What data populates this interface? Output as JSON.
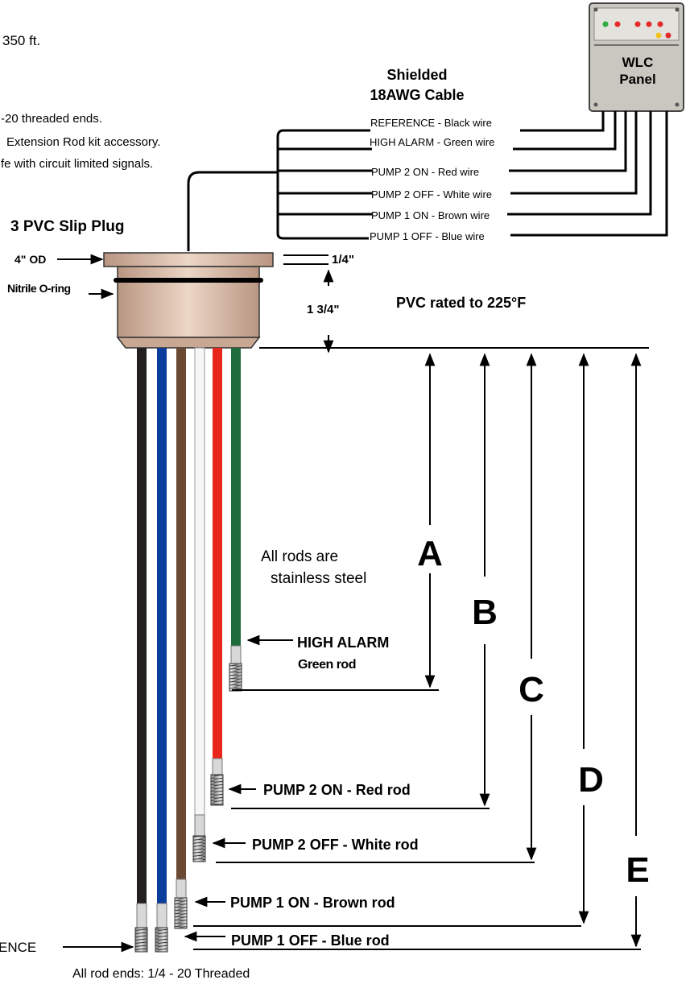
{
  "intro": {
    "line1": "350 ft.",
    "line2": "-20 threaded ends.",
    "line3": "Extension Rod kit accessory.",
    "line4": "fe with circuit limited signals."
  },
  "panel": {
    "title_line1": "WLC",
    "title_line2": "Panel"
  },
  "cable": {
    "title_line1": "Shielded",
    "title_line2": "18AWG Cable"
  },
  "wires": [
    "REFERENCE - Black wire",
    "HIGH ALARM - Green wire",
    "PUMP 2 ON - Red wire",
    "PUMP 2 OFF - White wire",
    "PUMP 1 ON - Brown wire",
    "PUMP 1 OFF - Blue wire"
  ],
  "plug": {
    "title": "3  PVC Slip Plug",
    "od_label": "4\" OD",
    "oring_label": "Nitrile O-ring",
    "top_dim": "1/4\"",
    "body_dim": "1 3/4\"",
    "rating": "PVC rated to 225°F"
  },
  "note": {
    "line1": "All rods are",
    "line2": "stainless steel"
  },
  "rods": {
    "high_alarm_line1": "HIGH ALARM",
    "high_alarm_line2": "Green rod",
    "pump2_on": "PUMP 2 ON - Red rod",
    "pump2_off": "PUMP 2 OFF - White rod",
    "pump1_on": "PUMP 1 ON - Brown rod",
    "pump1_off": "PUMP 1 OFF - Blue rod",
    "reference": "ENCE"
  },
  "dims": {
    "a": "A",
    "b": "B",
    "c": "C",
    "d": "D",
    "e": "E"
  },
  "footer": "All rod ends: 1/4 - 20 Threaded",
  "colors": {
    "black_rod": "#231f20",
    "blue_rod": "#0b3d9c",
    "brown_rod": "#6b4a34",
    "white_rod": "#f4f4f4",
    "red_rod": "#e8261c",
    "green_rod": "#1e6b3c",
    "plug_body": "#d8b8a4",
    "panel_body": "#c9c7bf"
  }
}
